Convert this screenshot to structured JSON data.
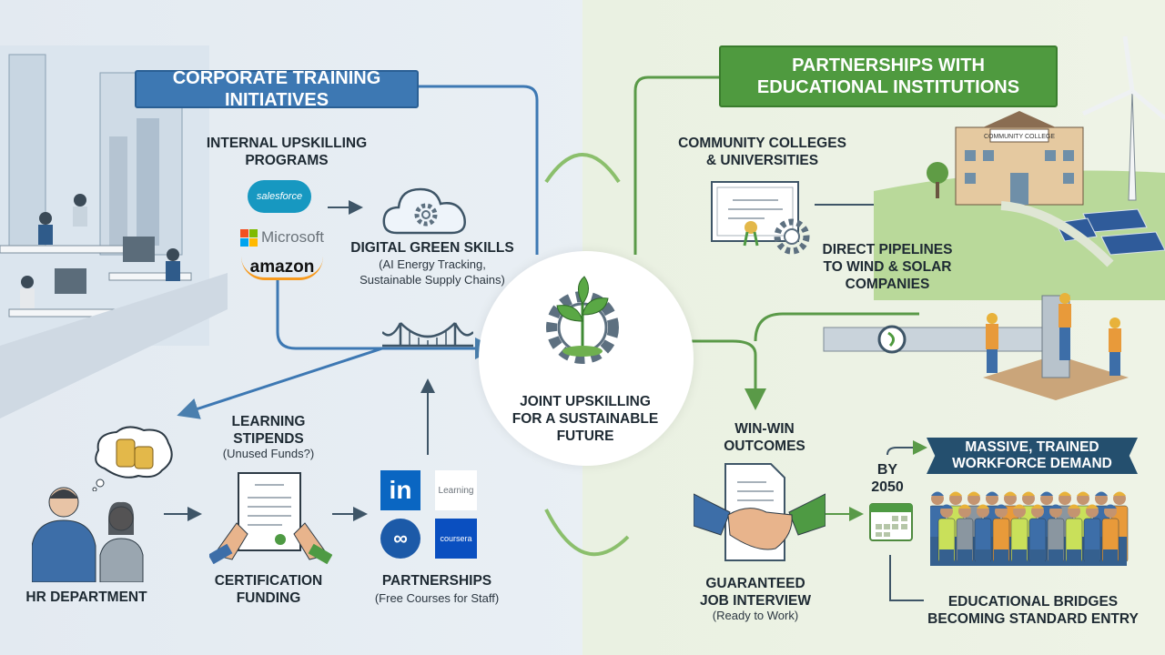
{
  "left": {
    "title": [
      "CORPORATE TRAINING",
      "INITIATIVES"
    ],
    "internal": {
      "title": [
        "INTERNAL UPSKILLING",
        "PROGRAMS"
      ],
      "logos": [
        "salesforce",
        "Microsoft",
        "amazon"
      ]
    },
    "digital": {
      "title": "DIGITAL GREEN SKILLS",
      "sub": [
        "(AI Energy Tracking,",
        "Sustainable Supply Chains)"
      ]
    },
    "hr": {
      "label": "HR DEPARTMENT"
    },
    "stipends": {
      "title": [
        "LEARNING",
        "STIPENDS"
      ],
      "sub": "(Unused Funds?)"
    },
    "certification": {
      "title": [
        "CERTIFICATION",
        "FUNDING"
      ]
    },
    "partnerships": {
      "title": "PARTNERSHIPS",
      "sub": "(Free Courses for Staff)",
      "logos": [
        "in",
        "Learning",
        "coursera"
      ]
    }
  },
  "center": {
    "title": [
      "JOINT UPSKILLING",
      "FOR A SUSTAINABLE",
      "FUTURE"
    ]
  },
  "right": {
    "title": [
      "PARTNERSHIPS WITH",
      "EDUCATIONAL INSTITUTIONS"
    ],
    "colleges": {
      "title": [
        "COMMUNITY COLLEGES",
        "& UNIVERSITIES"
      ],
      "building_sign": "COMMUNITY COLLEGE"
    },
    "pipelines": {
      "title": [
        "DIRECT PIPELINES",
        "TO WIND & SOLAR",
        "COMPANIES"
      ]
    },
    "winwin": {
      "title": [
        "WIN-WIN",
        "OUTCOMES"
      ]
    },
    "interview": {
      "title": [
        "GUARANTEED",
        "JOB INTERVIEW"
      ],
      "sub": "(Ready to Work)"
    },
    "by2050": [
      "BY",
      "2050"
    ],
    "banner": [
      "MASSIVE, TRAINED",
      "WORKFORCE DEMAND"
    ],
    "bridges": [
      "EDUCATIONAL BRIDGES",
      "BECOMING STANDARD ENTRY"
    ]
  },
  "colors": {
    "blue": "#3d78b3",
    "green": "#4f9a3f",
    "navy": "#244f6e"
  }
}
